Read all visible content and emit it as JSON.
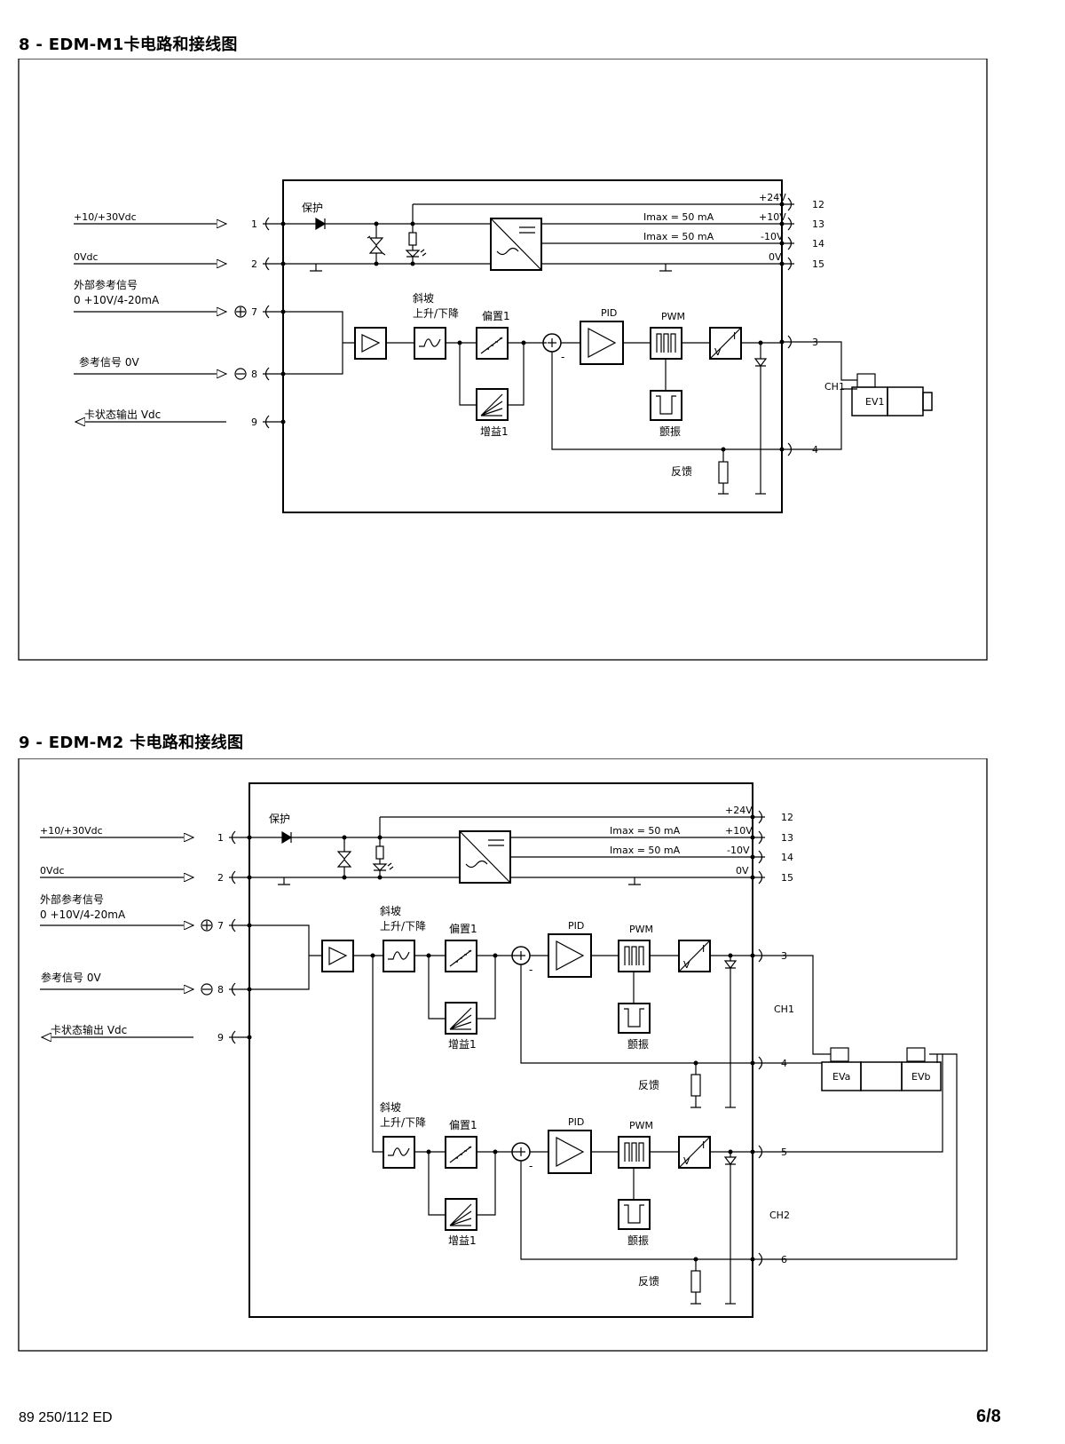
{
  "sections": [
    {
      "title": "8 - EDM-M1卡电路和接线图",
      "labels": {
        "supply": "+10/+30Vdc",
        "zero": "0Vdc",
        "ext_ref": "外部参考信号",
        "ext_ref_range": "0 +10V/4-20mA",
        "ref_0v": "参考信号 0V",
        "status_out": "卡状态输出  Vdc",
        "protection": "保护",
        "ramp": "斜坡",
        "ramp_updown": "上升/下降",
        "offset": "偏置1",
        "gain": "增益1",
        "pid": "PID",
        "pwm": "PWM",
        "dither": "颤振",
        "feedback": "反馈",
        "plus24": "+24V",
        "plus10": "+10V",
        "minus10": "-10V",
        "zero_v": "0V",
        "imax1": "Imax = 50 mA",
        "imax2": "Imax = 50 mA",
        "ch1": "CH1",
        "ev1": "EV1",
        "v": "V",
        "i": "I"
      },
      "terminals_left": [
        "1",
        "2",
        "7",
        "8",
        "9"
      ],
      "terminals_right": [
        "12",
        "13",
        "14",
        "15",
        "3",
        "4"
      ]
    },
    {
      "title": "9 - EDM-M2 卡电路和接线图",
      "labels": {
        "supply": "+10/+30Vdc",
        "zero": "0Vdc",
        "ext_ref": "外部参考信号",
        "ext_ref_range": "0 +10V/4-20mA",
        "ref_0v": "参考信号 0V",
        "status_out": "卡状态输出  Vdc",
        "protection": "保护",
        "ramp_a": "斜坡",
        "ramp_updown_a": "上升/下降",
        "offset_a": "偏置1",
        "gain_a": "增益1",
        "pid_a": "PID",
        "pwm_a": "PWM",
        "dither_a": "颤振",
        "feedback_a": "反馈",
        "ramp_b": "斜坡",
        "ramp_updown_b": "上升/下降",
        "offset_b": "偏置1",
        "gain_b": "增益1",
        "pid_b": "PID",
        "pwm_b": "PWM",
        "dither_b": "颤振",
        "feedback_b": "反馈",
        "plus24": "+24V",
        "plus10": "+10V",
        "minus10": "-10V",
        "zero_v": "0V",
        "imax1": "Imax = 50 mA",
        "imax2": "Imax = 50 mA",
        "ch1": "CH1",
        "ch2": "CH2",
        "eva": "EVa",
        "evb": "EVb",
        "v": "V",
        "i": "I"
      },
      "terminals_left": [
        "1",
        "2",
        "7",
        "8",
        "9"
      ],
      "terminals_right": [
        "12",
        "13",
        "14",
        "15",
        "3",
        "4",
        "5",
        "6"
      ]
    }
  ],
  "footer": {
    "doc_code": "89 250/112 ED",
    "page": "6/8"
  }
}
